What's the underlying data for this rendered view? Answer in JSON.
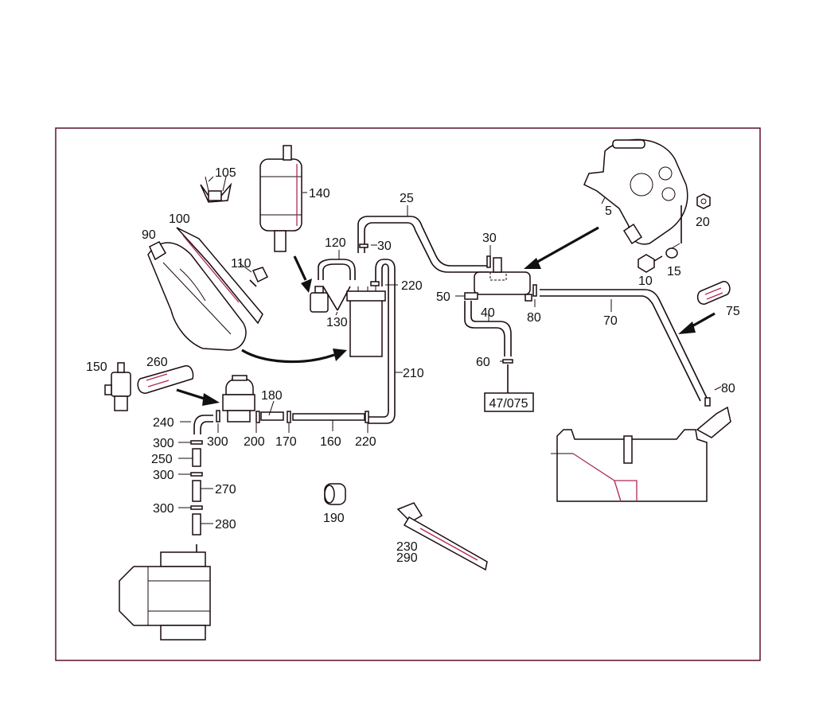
{
  "callouts": {
    "c5": "5",
    "c10": "10",
    "c15": "15",
    "c20": "20",
    "c25": "25",
    "c30a": "30",
    "c30b": "30",
    "c40": "40",
    "c50": "50",
    "c60": "60",
    "c70": "70",
    "c75": "75",
    "c80a": "80",
    "c80b": "80",
    "c90": "90",
    "c100": "100",
    "c105": "105",
    "c110": "110",
    "c120": "120",
    "c130": "130",
    "c140": "140",
    "c150": "150",
    "c160": "160",
    "c170": "170",
    "c180": "180",
    "c190": "190",
    "c200": "200",
    "c210": "210",
    "c220a": "220",
    "c220b": "220",
    "c230": "230",
    "c240": "240",
    "c250": "250",
    "c260": "260",
    "c270": "270",
    "c280": "280",
    "c290": "290",
    "c300a": "300",
    "c300b": "300",
    "c300c": "300",
    "c300d": "300",
    "ref": "47/075"
  },
  "colors": {
    "line": "#1a0a10",
    "accent": "#b0285a",
    "border": "#5a1030"
  }
}
